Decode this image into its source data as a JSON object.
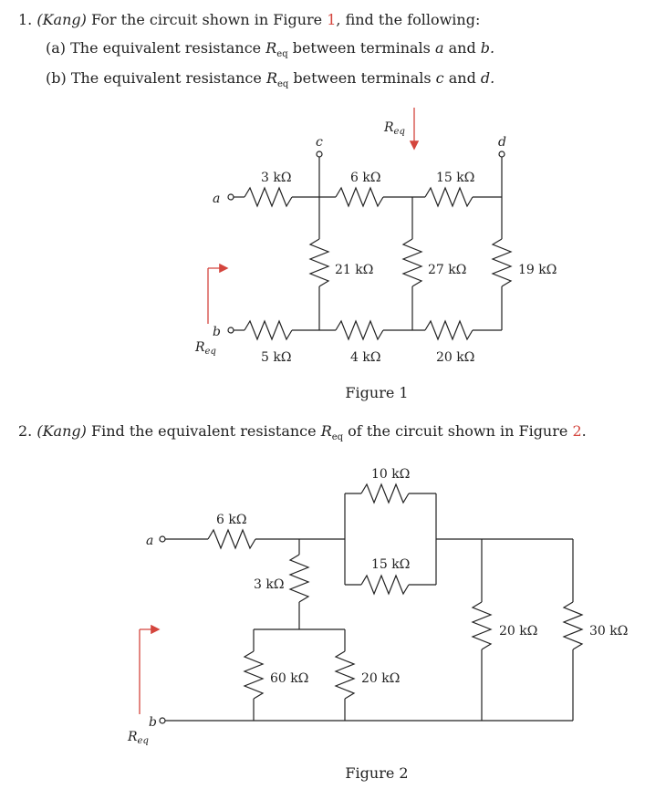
{
  "problem1": {
    "number": "1.",
    "author": "(Kang)",
    "intro": "For the circuit shown in Figure",
    "fig_ref": "1",
    "intro_end": ", find the following:",
    "part_a_label": "(a)",
    "part_a_text": "The equivalent resistance",
    "part_a_between": "between terminals",
    "part_a_t1": "a",
    "part_a_and": "and",
    "part_a_t2": "b.",
    "part_b_label": "(b)",
    "part_b_text": "The equivalent resistance",
    "part_b_between": "between terminals",
    "part_b_t1": "c",
    "part_b_and": "and",
    "part_b_t2": "d."
  },
  "problem2": {
    "number": "2.",
    "author": "(Kang)",
    "intro": "Find the equivalent resistance",
    "mid": "of the circuit shown in Figure",
    "fig_ref": "2",
    "end": "."
  },
  "req_symbol": {
    "R": "R",
    "sub": "eq"
  },
  "figure1": {
    "caption": "Figure 1",
    "terminals": {
      "a": "a",
      "b": "b",
      "c": "c",
      "d": "d"
    },
    "resistors": {
      "r3k": "3 kΩ",
      "r6k": "6 kΩ",
      "r15k": "15 kΩ",
      "r21k": "21 kΩ",
      "r27k": "27 kΩ",
      "r19k": "19 kΩ",
      "r5k": "5 kΩ",
      "r4k": "4 kΩ",
      "r20k": "20 kΩ"
    }
  },
  "figure2": {
    "caption": "Figure 2",
    "terminals": {
      "a": "a",
      "b": "b"
    },
    "resistors": {
      "r6k": "6 kΩ",
      "r3k": "3 kΩ",
      "r10k": "10 kΩ",
      "r15k": "15 kΩ",
      "r60k": "60 kΩ",
      "r20k_mid": "20 kΩ",
      "r20k_right": "20 kΩ",
      "r30k": "30 kΩ"
    }
  },
  "colors": {
    "text": "#222222",
    "accent": "#d4453d"
  }
}
